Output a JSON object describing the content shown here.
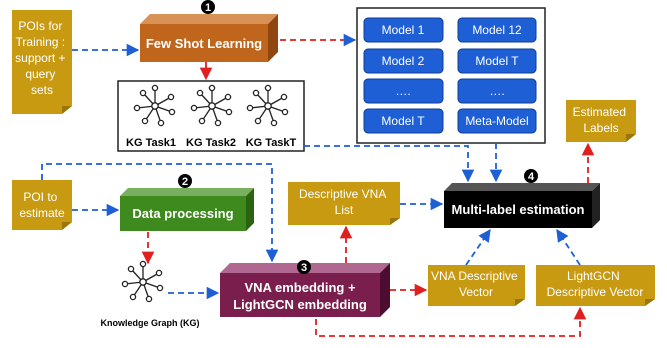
{
  "source_note": "POIs for Training : support + query sets",
  "few_shot": {
    "label": "Few Shot Learning",
    "step": "1"
  },
  "models": {
    "left": [
      "Model 1",
      "Model 2",
      "….",
      "Model T"
    ],
    "right": [
      "Model 12",
      "Model T",
      "….",
      "Meta-Model"
    ]
  },
  "kg_tasks": [
    "KG Task1",
    "KG Task2",
    "KG TaskT"
  ],
  "poi_estimate": "POI to estimate",
  "data_processing": {
    "label": "Data processing",
    "step": "2"
  },
  "knowledge_graph": "Knowledge Graph (KG)",
  "embedding": {
    "line1": "VNA embedding +",
    "line2": "LightGCN embedding",
    "step": "3"
  },
  "descriptive_vna_list": "Descriptive VNA List",
  "multi_label": {
    "label": "Multi-label estimation",
    "step": "4"
  },
  "estimated_labels": "Estimated Labels",
  "vna_vector": "VNA Descriptive Vector",
  "lightgcn_vector": "LightGCN Descriptive Vector",
  "colors": {
    "note": "#c79a12",
    "few_shot": "#c0661c",
    "data_processing": "#3f8a1e",
    "embedding": "#7a1e4e",
    "multi_label": "#000000",
    "model_box": "#1f5fd6",
    "arrow_blue": "#1f5fd6",
    "arrow_red": "#e01f1f"
  }
}
